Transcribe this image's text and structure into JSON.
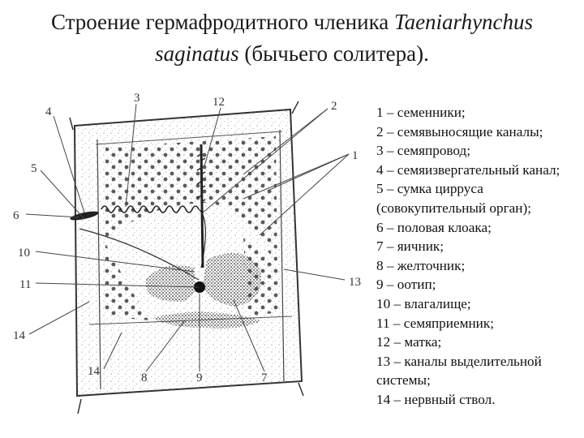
{
  "title": {
    "line1_prefix": "Строение гермафродитного членика ",
    "line1_italic": "Taeniarhynchus",
    "line2_italic": "saginatus",
    "line2_suffix": " (бычьего солитера)."
  },
  "figure": {
    "labels": [
      "4",
      "3",
      "12",
      "2",
      "1",
      "5",
      "6",
      "10",
      "11",
      "13",
      "14",
      "14",
      "8",
      "9",
      "7"
    ]
  },
  "legend": [
    "1 – семенники;",
    "2 – семявыносящие каналы;",
    "3 – семяпровод;",
    "4 – семяизвергательный канал;",
    "5 – сумка цирруса (совокупительный орган);",
    "6 – половая клоака;",
    "7 – яичник;",
    "8 – желточник;",
    "9 – оотип;",
    "10 – влагалище;",
    "11 – семяприемник;",
    "12 – матка;",
    "13 – каналы выделительной системы;",
    "14 – нервный ствол."
  ]
}
